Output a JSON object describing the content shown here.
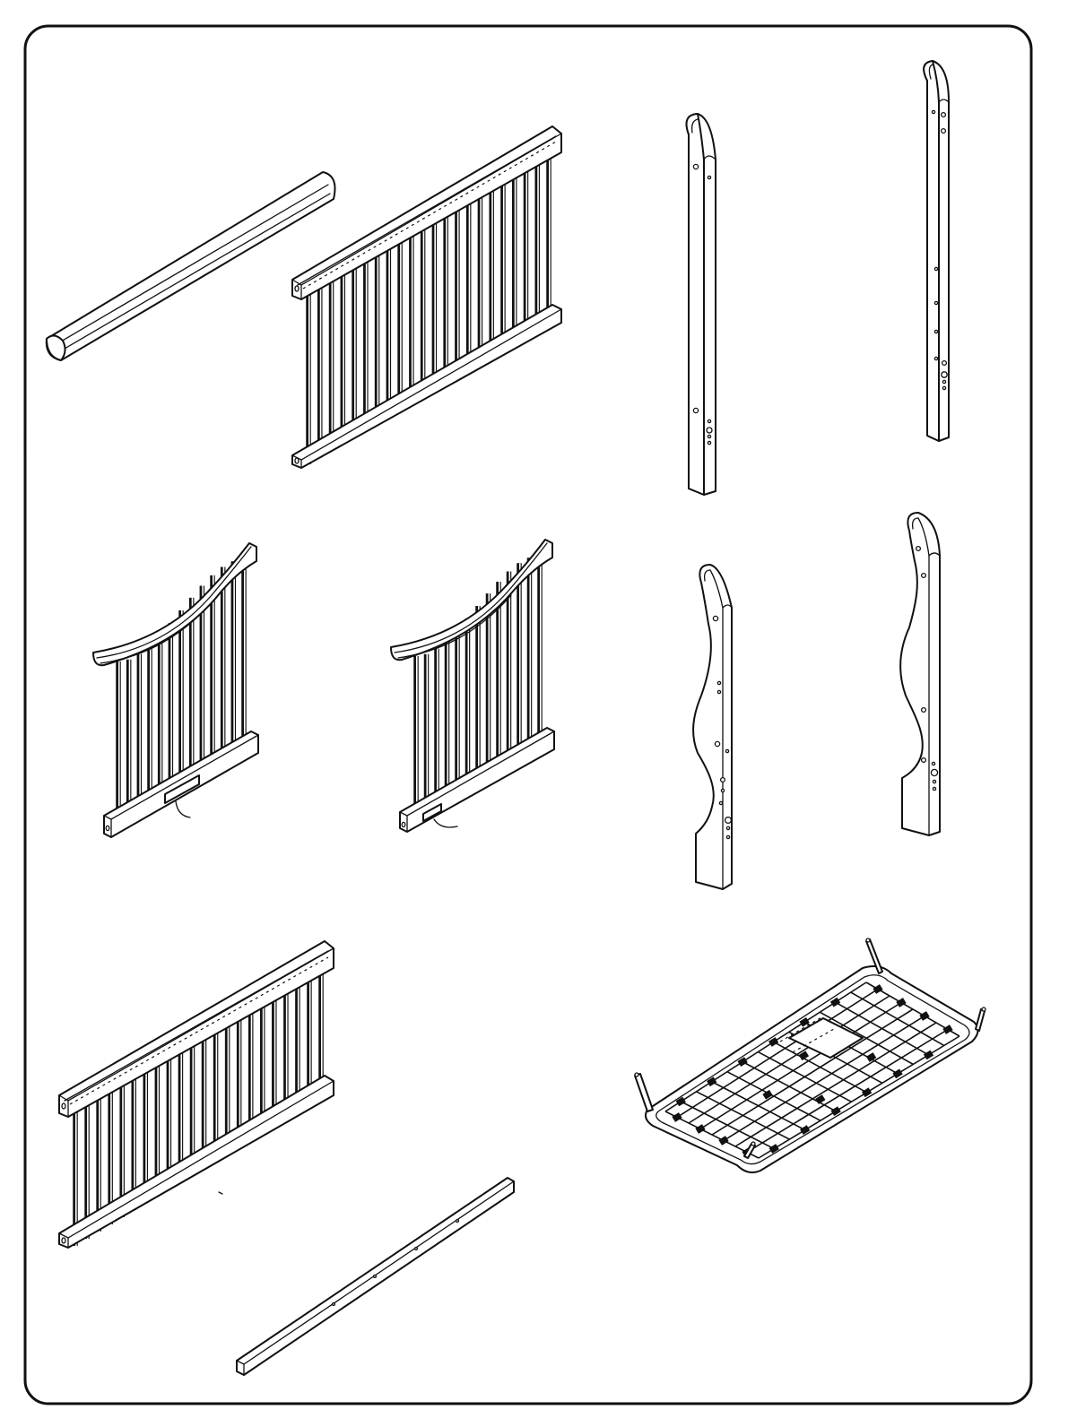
{
  "sheet": {
    "border_color": "#111111",
    "background": "#ffffff"
  },
  "parts": [
    {
      "id": "top-cap-rail",
      "kind": "rail"
    },
    {
      "id": "front-long-panel",
      "kind": "panel"
    },
    {
      "id": "right-straight-post-short",
      "kind": "post"
    },
    {
      "id": "right-straight-post-tall",
      "kind": "post"
    },
    {
      "id": "left-curved-panel",
      "kind": "panel"
    },
    {
      "id": "middle-curved-panel",
      "kind": "panel"
    },
    {
      "id": "curved-post-left",
      "kind": "post"
    },
    {
      "id": "curved-post-right",
      "kind": "post"
    },
    {
      "id": "rear-long-panel",
      "kind": "panel"
    },
    {
      "id": "mattress-support-spring",
      "kind": "frame"
    },
    {
      "id": "stabilizer-bar",
      "kind": "bar"
    }
  ]
}
